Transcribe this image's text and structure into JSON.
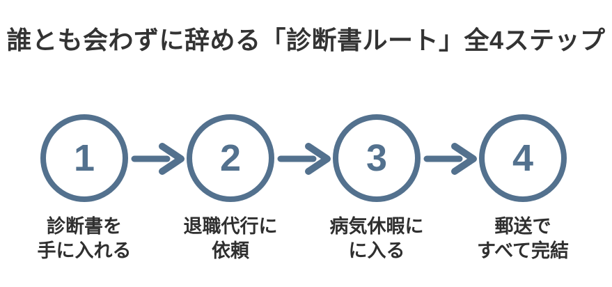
{
  "title": "誰とも会わずに辞める「診断書ルート」全4ステップ",
  "colors": {
    "accent": "#53718e",
    "text": "#333333",
    "background": "#ffffff"
  },
  "steps": [
    {
      "number": "1",
      "label_lines": [
        "診断書を",
        "手に入れる"
      ]
    },
    {
      "number": "2",
      "label_lines": [
        "退職代行に",
        "依頼"
      ]
    },
    {
      "number": "3",
      "label_lines": [
        "病気休暇に",
        "に入る"
      ]
    },
    {
      "number": "4",
      "label_lines": [
        "郵送で",
        "すべて完結"
      ]
    }
  ]
}
